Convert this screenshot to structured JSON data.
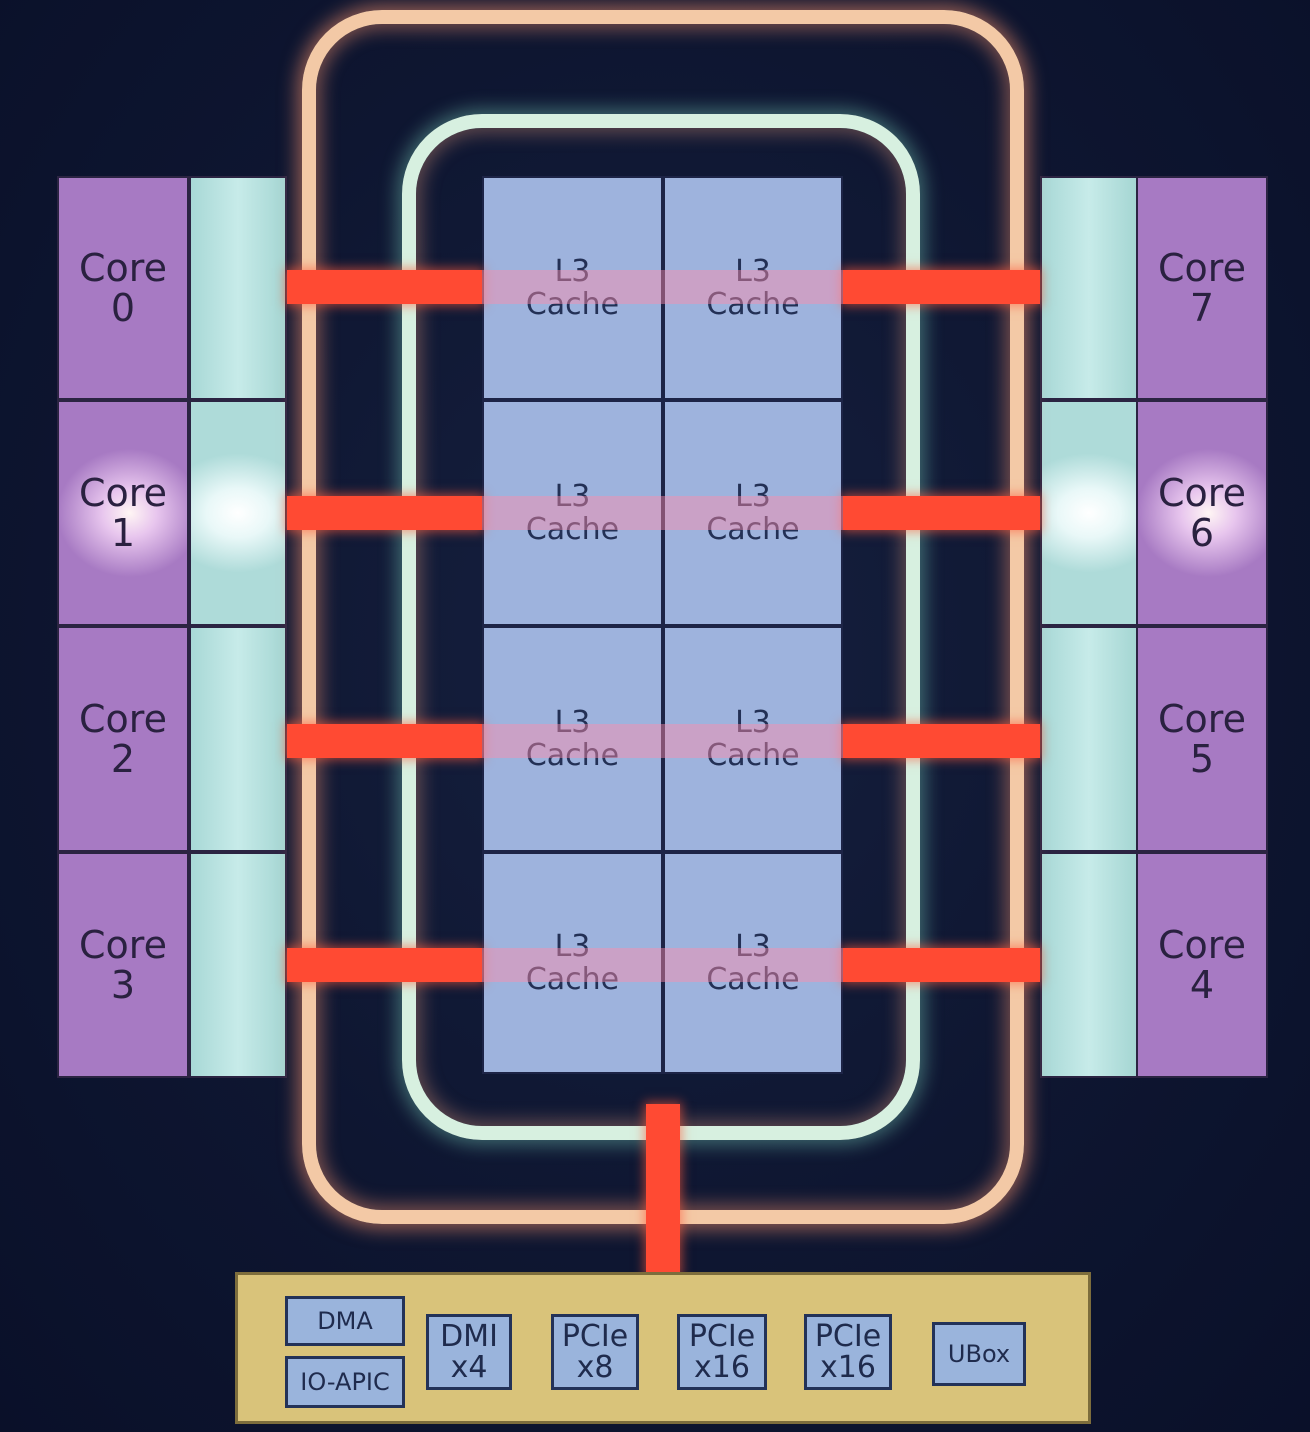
{
  "cores": [
    {
      "line1": "Core",
      "line2": "0"
    },
    {
      "line1": "Core",
      "line2": "1"
    },
    {
      "line1": "Core",
      "line2": "2"
    },
    {
      "line1": "Core",
      "line2": "3"
    },
    {
      "line1": "Core",
      "line2": "4"
    },
    {
      "line1": "Core",
      "line2": "5"
    },
    {
      "line1": "Core",
      "line2": "6"
    },
    {
      "line1": "Core",
      "line2": "7"
    }
  ],
  "cache": {
    "line1": "L3",
    "line2": "Cache"
  },
  "system_agent": {
    "dma": "DMA",
    "io_apic": "IO-APIC",
    "dmi": {
      "line1": "DMI",
      "line2": "x4"
    },
    "pcie_x8": {
      "line1": "PCIe",
      "line2": "x8"
    },
    "pcie_x16_a": {
      "line1": "PCIe",
      "line2": "x16"
    },
    "pcie_x16_b": {
      "line1": "PCIe",
      "line2": "x16"
    },
    "ubox": "UBox"
  },
  "colors": {
    "background": "#0e1631",
    "core": "#a77ac3",
    "l2": "#b9e3e1",
    "cache": "#9eb3dd",
    "ring_outer": "#f3c9a6",
    "ring_inner": "#d7f0e0",
    "ring_stop": "#ff4a33",
    "system_agent": "#d9c37a"
  }
}
